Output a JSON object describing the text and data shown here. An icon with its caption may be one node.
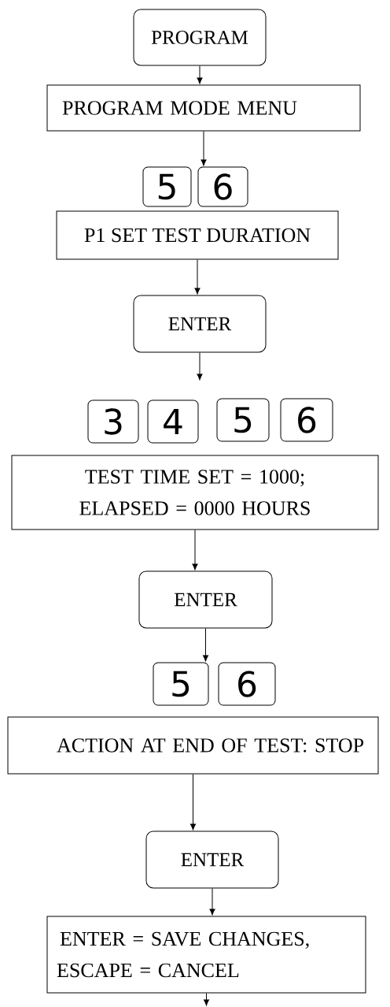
{
  "diagram": {
    "nodes": [
      {
        "text": [
          "PROGRAM"
        ]
      },
      {
        "text": [
          "PROGRAM MODE MENU"
        ]
      },
      {
        "text": [
          "5"
        ]
      },
      {
        "text": [
          "6"
        ]
      },
      {
        "text": [
          "P1 SET TEST DURATION"
        ]
      },
      {
        "text": [
          "ENTER"
        ]
      },
      {
        "text": [
          "3"
        ]
      },
      {
        "text": [
          "4"
        ]
      },
      {
        "text": [
          "5"
        ]
      },
      {
        "text": [
          "6"
        ]
      },
      {
        "text": [
          "TEST TIME SET = 1000; ELAPSED = 0000 HOURS"
        ]
      },
      {
        "text": [
          "ENTER"
        ]
      },
      {
        "text": [
          "5"
        ]
      },
      {
        "text": [
          "6"
        ]
      },
      {
        "text": [
          "ACTION AT END OF TEST: STOP"
        ]
      },
      {
        "text": [
          "ENTER"
        ]
      },
      {
        "text": [
          "ENTER = SAVE CHANGES, ESCAPE = CANCEL"
        ]
      }
    ],
    "edges": [
      {
        "from": 0,
        "to": 1,
        "arrow": "to"
      },
      {
        "from": 1,
        "to": 3,
        "arrow": "to"
      },
      {
        "from": 4,
        "to": 5,
        "arrow": "to"
      },
      {
        "from": 5,
        "to": null,
        "arrow": "to"
      },
      {
        "from": 10,
        "to": 11,
        "arrow": "to"
      },
      {
        "from": 11,
        "to": 12,
        "arrow": "to"
      },
      {
        "from": 14,
        "to": 15,
        "arrow": "to"
      },
      {
        "from": 15,
        "to": 16,
        "arrow": "to"
      },
      {
        "from": 16,
        "to": null,
        "arrow": "to"
      }
    ]
  }
}
